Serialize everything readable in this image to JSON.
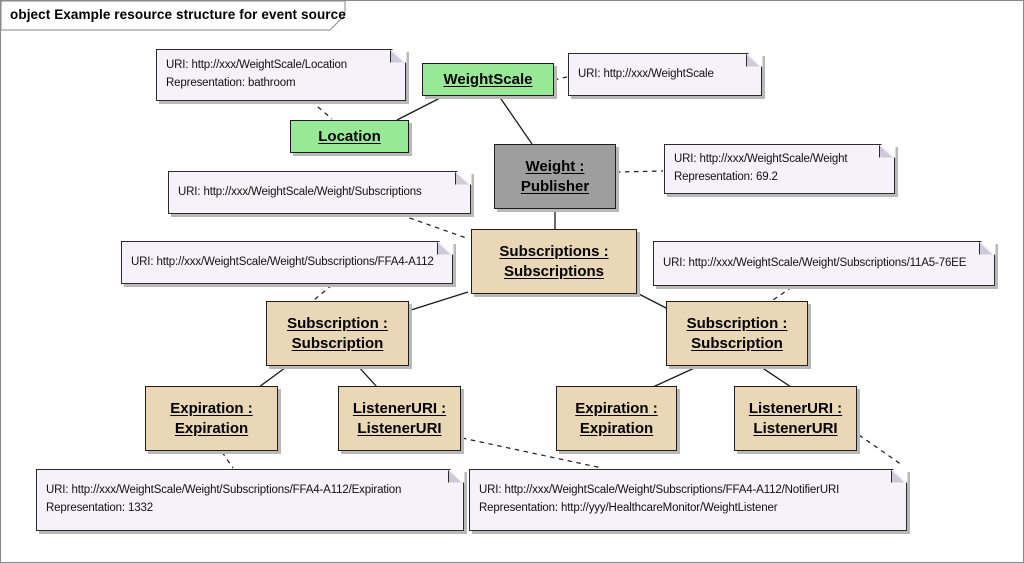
{
  "frame": {
    "title": "object Example resource structure for event source"
  },
  "colors": {
    "object_green": "#97E897",
    "object_gray": "#9E9E9E",
    "object_tan": "#EAD7B5",
    "note_bg": "#F5F2FA",
    "edge": "#1A1A1A",
    "shadow": "#B9B9B9"
  },
  "nodes": {
    "weightscale": {
      "line1": "WeightScale"
    },
    "location": {
      "line1": "Location"
    },
    "weight_publisher": {
      "line1": "Weight :",
      "line2": "Publisher"
    },
    "subscriptions": {
      "line1": "Subscriptions :",
      "line2": "Subscriptions"
    },
    "subscription_left": {
      "line1": "Subscription :",
      "line2": "Subscription"
    },
    "subscription_right": {
      "line1": "Subscription :",
      "line2": "Subscription"
    },
    "expiration_left": {
      "line1": "Expiration :",
      "line2": "Expiration"
    },
    "listeneruri_left": {
      "line1": "ListenerURI :",
      "line2": "ListenerURI"
    },
    "expiration_right": {
      "line1": "Expiration :",
      "line2": "Expiration"
    },
    "listeneruri_right": {
      "line1": "ListenerURI :",
      "line2": "ListenerURI"
    }
  },
  "notes": {
    "location_note": {
      "line1": "URI: http://xxx/WeightScale/Location",
      "line2": "Representation: bathroom"
    },
    "weightscale_note": {
      "line1": "URI: http://xxx/WeightScale"
    },
    "weight_note": {
      "line1": "URI: http://xxx/WeightScale/Weight",
      "line2": "Representation: 69.2"
    },
    "subscriptions_note": {
      "line1": "URI: http://xxx/WeightScale/Weight/Subscriptions"
    },
    "ffa4_note": {
      "line1": "URI: http://xxx/WeightScale/Weight/Subscriptions/FFA4-A112"
    },
    "a11a5_note": {
      "line1": "URI: http://xxx/WeightScale/Weight/Subscriptions/11A5-76EE"
    },
    "expiration_note": {
      "line1": "URI: http://xxx/WeightScale/Weight/Subscriptions/FFA4-A112/Expiration",
      "line2": "Representation: 1332"
    },
    "notifieruri_note": {
      "line1": "URI: http://xxx/WeightScale/Weight/Subscriptions/FFA4-A112/NotifierURI",
      "line2": "Representation: http://yyy/HealthcareMonitor/WeightListener"
    }
  }
}
